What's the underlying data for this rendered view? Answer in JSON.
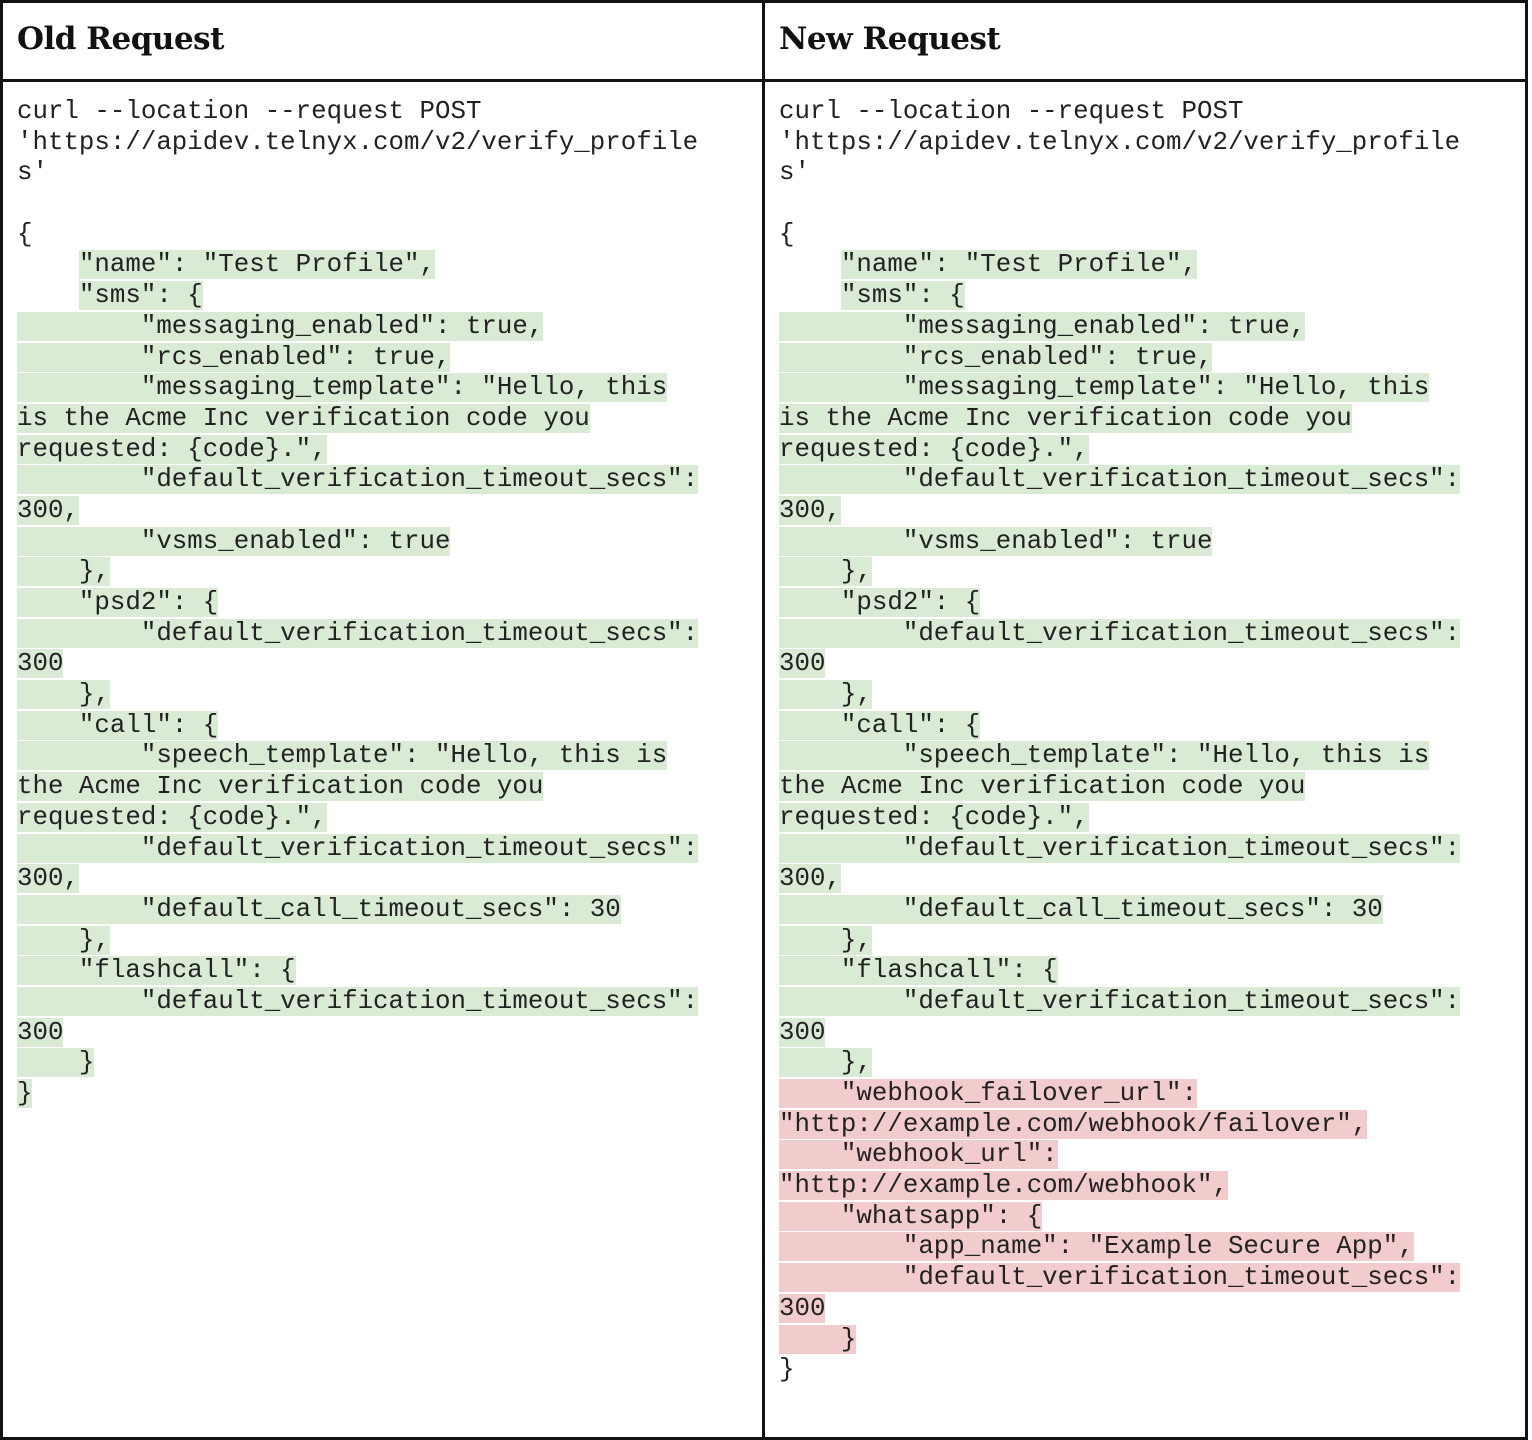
{
  "headers": {
    "old": "Old Request",
    "new": "New Request"
  },
  "old_lines": [
    {
      "t": "curl --location --request POST",
      "h": ""
    },
    {
      "t": "'https://apidev.telnyx.com/v2/verify_profile",
      "h": ""
    },
    {
      "t": "s'",
      "h": ""
    },
    {
      "t": "",
      "h": ""
    },
    {
      "t": "{",
      "h": ""
    },
    {
      "t": "    \"name\": \"Test Profile\",",
      "h": "g",
      "indent": 4
    },
    {
      "t": "    \"sms\": {",
      "h": "g",
      "indent": 4
    },
    {
      "t": "        \"messaging_enabled\": true,",
      "h": "g"
    },
    {
      "t": "        \"rcs_enabled\": true,",
      "h": "g"
    },
    {
      "t": "        \"messaging_template\": \"Hello, this",
      "h": "g"
    },
    {
      "t": "is the Acme Inc verification code you",
      "h": "g"
    },
    {
      "t": "requested: {code}.\",",
      "h": "g"
    },
    {
      "t": "        \"default_verification_timeout_secs\":",
      "h": "g"
    },
    {
      "t": "300,",
      "h": "g"
    },
    {
      "t": "        \"vsms_enabled\": true",
      "h": "g"
    },
    {
      "t": "    },",
      "h": "g"
    },
    {
      "t": "    \"psd2\": {",
      "h": "g"
    },
    {
      "t": "        \"default_verification_timeout_secs\":",
      "h": "g"
    },
    {
      "t": "300",
      "h": "g"
    },
    {
      "t": "    },",
      "h": "g"
    },
    {
      "t": "    \"call\": {",
      "h": "g"
    },
    {
      "t": "        \"speech_template\": \"Hello, this is",
      "h": "g"
    },
    {
      "t": "the Acme Inc verification code you",
      "h": "g"
    },
    {
      "t": "requested: {code}.\",",
      "h": "g"
    },
    {
      "t": "        \"default_verification_timeout_secs\":",
      "h": "g"
    },
    {
      "t": "300,",
      "h": "g"
    },
    {
      "t": "        \"default_call_timeout_secs\": 30",
      "h": "g"
    },
    {
      "t": "    },",
      "h": "g"
    },
    {
      "t": "    \"flashcall\": {",
      "h": "g"
    },
    {
      "t": "        \"default_verification_timeout_secs\":",
      "h": "g"
    },
    {
      "t": "300",
      "h": "g"
    },
    {
      "t": "    }",
      "h": "g"
    },
    {
      "t": "}",
      "h": "g"
    }
  ],
  "new_lines": [
    {
      "t": "curl --location --request POST",
      "h": ""
    },
    {
      "t": "'https://apidev.telnyx.com/v2/verify_profile",
      "h": ""
    },
    {
      "t": "s'",
      "h": ""
    },
    {
      "t": "",
      "h": ""
    },
    {
      "t": "{",
      "h": ""
    },
    {
      "t": "    \"name\": \"Test Profile\",",
      "h": "g",
      "indent": 4
    },
    {
      "t": "    \"sms\": {",
      "h": "g",
      "indent": 4
    },
    {
      "t": "        \"messaging_enabled\": true,",
      "h": "g"
    },
    {
      "t": "        \"rcs_enabled\": true,",
      "h": "g"
    },
    {
      "t": "        \"messaging_template\": \"Hello, this",
      "h": "g"
    },
    {
      "t": "is the Acme Inc verification code you",
      "h": "g"
    },
    {
      "t": "requested: {code}.\",",
      "h": "g"
    },
    {
      "t": "        \"default_verification_timeout_secs\":",
      "h": "g"
    },
    {
      "t": "300,",
      "h": "g"
    },
    {
      "t": "        \"vsms_enabled\": true",
      "h": "g"
    },
    {
      "t": "    },",
      "h": "g"
    },
    {
      "t": "    \"psd2\": {",
      "h": "g"
    },
    {
      "t": "        \"default_verification_timeout_secs\":",
      "h": "g"
    },
    {
      "t": "300",
      "h": "g"
    },
    {
      "t": "    },",
      "h": "g"
    },
    {
      "t": "    \"call\": {",
      "h": "g"
    },
    {
      "t": "        \"speech_template\": \"Hello, this is",
      "h": "g"
    },
    {
      "t": "the Acme Inc verification code you",
      "h": "g"
    },
    {
      "t": "requested: {code}.\",",
      "h": "g"
    },
    {
      "t": "        \"default_verification_timeout_secs\":",
      "h": "g"
    },
    {
      "t": "300,",
      "h": "g"
    },
    {
      "t": "        \"default_call_timeout_secs\": 30",
      "h": "g"
    },
    {
      "t": "    },",
      "h": "g"
    },
    {
      "t": "    \"flashcall\": {",
      "h": "g"
    },
    {
      "t": "        \"default_verification_timeout_secs\":",
      "h": "g"
    },
    {
      "t": "300",
      "h": "g"
    },
    {
      "t": "    },",
      "h": "g"
    },
    {
      "t": "    \"webhook_failover_url\":",
      "h": "r"
    },
    {
      "t": "\"http://example.com/webhook/failover\",",
      "h": "r"
    },
    {
      "t": "    \"webhook_url\":",
      "h": "r"
    },
    {
      "t": "\"http://example.com/webhook\",",
      "h": "r"
    },
    {
      "t": "    \"whatsapp\": {",
      "h": "r"
    },
    {
      "t": "        \"app_name\": \"Example Secure App\",",
      "h": "r"
    },
    {
      "t": "        \"default_verification_timeout_secs\":",
      "h": "r"
    },
    {
      "t": "300",
      "h": "r"
    },
    {
      "t": "    }",
      "h": "r"
    },
    {
      "t": "}",
      "h": ""
    }
  ],
  "colors": {
    "added": "#d9ebd5",
    "new_only": "#f2cccd"
  }
}
